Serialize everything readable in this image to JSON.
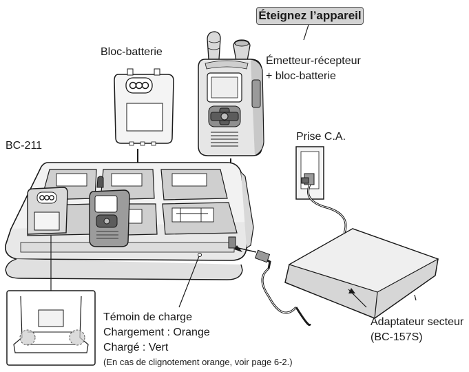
{
  "callout": {
    "text": "Éteignez l’appareil"
  },
  "labels": {
    "battery_pack": "Bloc-batterie",
    "transceiver_line1": "Émetteur-récepteur",
    "transceiver_line2": "+ bloc-batterie",
    "charger_model": "BC-211",
    "ac_outlet": "Prise C.A.",
    "indicator_title": "Témoin de charge",
    "charging": "Chargement : Orange",
    "charged": "Chargé :  Vert",
    "blink_note": "(En cas de clignotement orange, voir page 6-2.)",
    "adapter_line1": "Adaptateur secteur",
    "adapter_line2": "(BC-157S)"
  },
  "colors": {
    "line": "#1a1a1a",
    "fill_gray": "#d9d9d9",
    "fill_light": "#f2f2f2",
    "callout_bg": "#d3d3d3"
  }
}
